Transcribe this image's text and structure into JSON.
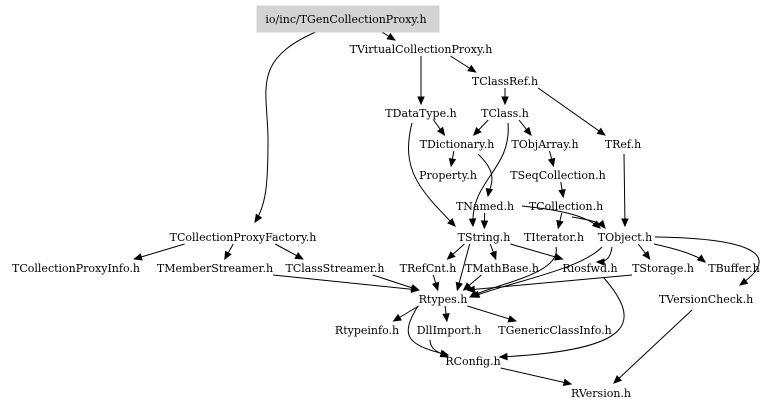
{
  "diagram": {
    "root": "io/inc/TGenCollectionProxy.h",
    "nodes": [
      "io/inc/TGenCollectionProxy.h",
      "TVirtualCollectionProxy.h",
      "TClassRef.h",
      "TDataType.h",
      "TClass.h",
      "TDictionary.h",
      "TObjArray.h",
      "TRef.h",
      "Property.h",
      "TSeqCollection.h",
      "TNamed.h",
      "TCollection.h",
      "TCollectionProxyFactory.h",
      "TString.h",
      "TIterator.h",
      "TObject.h",
      "TCollectionProxyInfo.h",
      "TMemberStreamer.h",
      "TClassStreamer.h",
      "TRefCnt.h",
      "TMathBase.h",
      "Riosfwd.h",
      "TStorage.h",
      "TBuffer.h",
      "Rtypes.h",
      "TVersionCheck.h",
      "Rtypeinfo.h",
      "DllImport.h",
      "TGenericClassInfo.h",
      "RConfig.h",
      "RVersion.h"
    ],
    "edges": [
      [
        "io/inc/TGenCollectionProxy.h",
        "TVirtualCollectionProxy.h"
      ],
      [
        "io/inc/TGenCollectionProxy.h",
        "TCollectionProxyFactory.h"
      ],
      [
        "TVirtualCollectionProxy.h",
        "TClassRef.h"
      ],
      [
        "TVirtualCollectionProxy.h",
        "TDataType.h"
      ],
      [
        "TClassRef.h",
        "TClass.h"
      ],
      [
        "TClassRef.h",
        "TRef.h"
      ],
      [
        "TDataType.h",
        "TDictionary.h"
      ],
      [
        "TDataType.h",
        "TString.h"
      ],
      [
        "TClass.h",
        "TDictionary.h"
      ],
      [
        "TClass.h",
        "TObjArray.h"
      ],
      [
        "TClass.h",
        "TString.h"
      ],
      [
        "TDictionary.h",
        "Property.h"
      ],
      [
        "TDictionary.h",
        "TNamed.h"
      ],
      [
        "TObjArray.h",
        "TSeqCollection.h"
      ],
      [
        "TRef.h",
        "TObject.h"
      ],
      [
        "TSeqCollection.h",
        "TCollection.h"
      ],
      [
        "TNamed.h",
        "TString.h"
      ],
      [
        "TNamed.h",
        "TObject.h"
      ],
      [
        "TCollection.h",
        "TIterator.h"
      ],
      [
        "TCollection.h",
        "TObject.h"
      ],
      [
        "TCollectionProxyFactory.h",
        "TCollectionProxyInfo.h"
      ],
      [
        "TCollectionProxyFactory.h",
        "TMemberStreamer.h"
      ],
      [
        "TCollectionProxyFactory.h",
        "TClassStreamer.h"
      ],
      [
        "TString.h",
        "TRefCnt.h"
      ],
      [
        "TString.h",
        "TMathBase.h"
      ],
      [
        "TString.h",
        "Riosfwd.h"
      ],
      [
        "TString.h",
        "Rtypes.h"
      ],
      [
        "TIterator.h",
        "Rtypes.h"
      ],
      [
        "TObject.h",
        "TStorage.h"
      ],
      [
        "TObject.h",
        "TBuffer.h"
      ],
      [
        "TObject.h",
        "TVersionCheck.h"
      ],
      [
        "TObject.h",
        "Riosfwd.h"
      ],
      [
        "TObject.h",
        "Rtypes.h"
      ],
      [
        "TMemberStreamer.h",
        "Rtypes.h"
      ],
      [
        "TClassStreamer.h",
        "Rtypes.h"
      ],
      [
        "TRefCnt.h",
        "Rtypes.h"
      ],
      [
        "TMathBase.h",
        "Rtypes.h"
      ],
      [
        "TStorage.h",
        "Rtypes.h"
      ],
      [
        "Riosfwd.h",
        "RConfig.h"
      ],
      [
        "Rtypes.h",
        "Rtypeinfo.h"
      ],
      [
        "Rtypes.h",
        "DllImport.h"
      ],
      [
        "Rtypes.h",
        "TGenericClassInfo.h"
      ],
      [
        "Rtypes.h",
        "RConfig.h"
      ],
      [
        "DllImport.h",
        "RConfig.h"
      ],
      [
        "RConfig.h",
        "RVersion.h"
      ],
      [
        "TVersionCheck.h",
        "RVersion.h"
      ]
    ]
  }
}
